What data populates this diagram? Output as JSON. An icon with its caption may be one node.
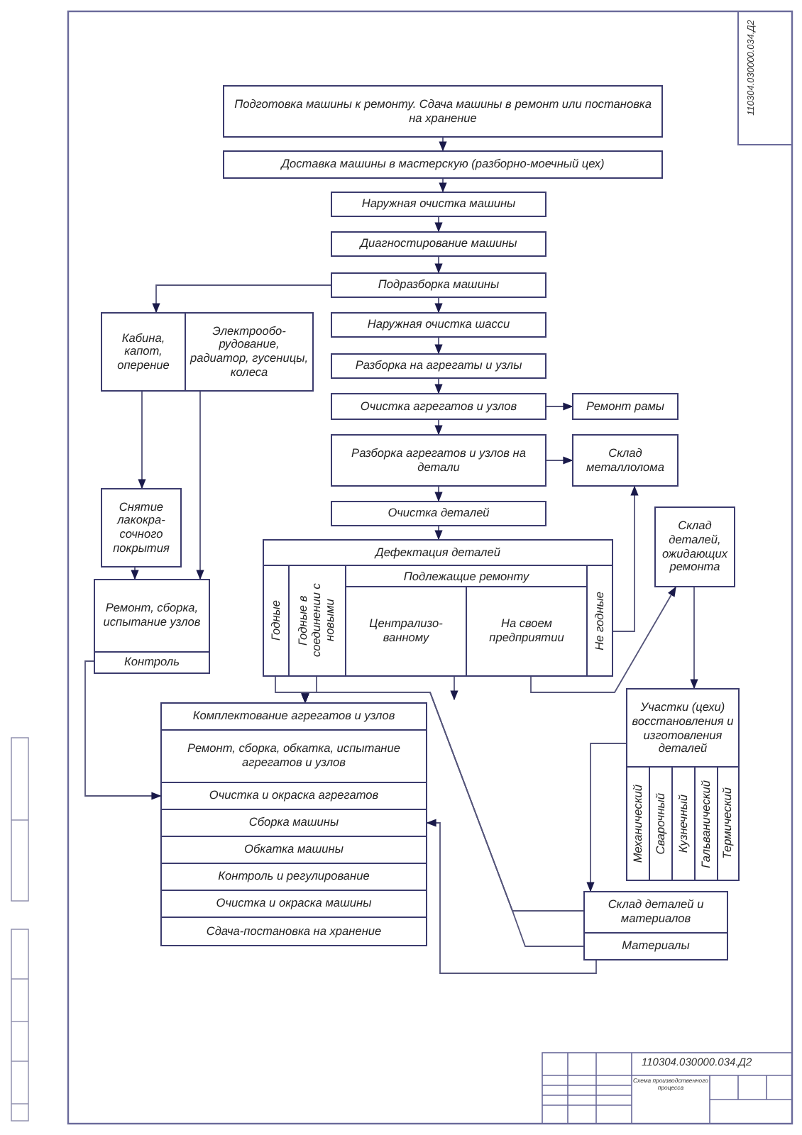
{
  "diagram": {
    "nodes": [
      {
        "text": [
          "Подготовка машины к ремонту. Сдача машины в ремонт или постановка на хранение"
        ]
      },
      {
        "text": [
          "Доставка машины в мастерскую (разборно-моечный цех)"
        ]
      },
      {
        "text": [
          "Наружная очистка машины"
        ]
      },
      {
        "text": [
          "Диагностирование машины"
        ]
      },
      {
        "text": [
          "Подразборка машины"
        ]
      },
      {
        "text": [
          "Наружная очистка шасси"
        ]
      },
      {
        "text": [
          "Разборка на агрегаты и узлы"
        ]
      },
      {
        "text": [
          "Очистка агрегатов и узлов"
        ]
      },
      {
        "text": [
          "Ремонт рамы"
        ]
      },
      {
        "text": [
          "Разборка агрегатов и узлов на детали"
        ]
      },
      {
        "text": [
          "Склад металлолома"
        ]
      },
      {
        "text": [
          "Очистка деталей"
        ]
      },
      {
        "text": [
          "Кабина, капот, оперение"
        ]
      },
      {
        "text": [
          "Электрообо- рудование, радиатор, гусеницы, колеса"
        ]
      },
      {
        "text": [
          "Снятие лакокра- сочного покрытия"
        ]
      },
      {
        "text": [
          "Ремонт, сборка, испытание узлов",
          "Контроль"
        ]
      },
      {
        "text": [
          "Дефектация деталей"
        ]
      },
      {
        "text": [
          "Годные"
        ],
        "in": 16
      },
      {
        "text": [
          "Годные в соединении с новыми"
        ],
        "in": 16
      },
      {
        "text": [
          "Подлежащие ремонту"
        ],
        "in": 16
      },
      {
        "text": [
          "Централизо- ванному"
        ],
        "in": 19
      },
      {
        "text": [
          "На своем предприятии"
        ],
        "in": 19
      },
      {
        "text": [
          "Не годные"
        ],
        "in": 16
      },
      {
        "text": [
          "Склад деталей, ожидающих ремонта"
        ]
      },
      {
        "text": [
          "Участки (цехи) восстановления и изготовления деталей"
        ]
      },
      {
        "text": [
          "Механический"
        ],
        "in": 24
      },
      {
        "text": [
          "Сварочный"
        ],
        "in": 24
      },
      {
        "text": [
          "Кузнечный"
        ],
        "in": 24
      },
      {
        "text": [
          "Гальванический"
        ],
        "in": 24
      },
      {
        "text": [
          "Термический"
        ],
        "in": 24
      },
      {
        "text": [
          "Комплектование агрегатов и узлов"
        ]
      },
      {
        "text": [
          "Ремонт, сборка, обкатка, испытание агрегатов и узлов"
        ]
      },
      {
        "text": [
          "Очистка и окраска агрегатов"
        ]
      },
      {
        "text": [
          "Сборка машины"
        ]
      },
      {
        "text": [
          "Обкатка машины"
        ]
      },
      {
        "text": [
          "Контроль и регулирование"
        ]
      },
      {
        "text": [
          "Очистка и окраска машины"
        ]
      },
      {
        "text": [
          "Сдача-постановка на хранение"
        ]
      },
      {
        "text": [
          "Склад деталей и материалов"
        ]
      },
      {
        "text": [
          "Материалы"
        ]
      }
    ],
    "edges": [
      {
        "from": 0,
        "to": 1,
        "arrow": "to"
      },
      {
        "from": 1,
        "to": 2,
        "arrow": "to"
      },
      {
        "from": 2,
        "to": 3,
        "arrow": "to"
      },
      {
        "from": 3,
        "to": 4,
        "arrow": "to"
      },
      {
        "from": 4,
        "to": 5,
        "arrow": "to"
      },
      {
        "from": 5,
        "to": 6,
        "arrow": "to"
      },
      {
        "from": 6,
        "to": 7,
        "arrow": "to"
      },
      {
        "from": 7,
        "to": 8,
        "arrow": "to"
      },
      {
        "from": 7,
        "to": 9,
        "arrow": "to"
      },
      {
        "from": 9,
        "to": 10,
        "arrow": "to"
      },
      {
        "from": 9,
        "to": 11,
        "arrow": "to"
      },
      {
        "from": 11,
        "to": 16,
        "arrow": "to"
      },
      {
        "from": 4,
        "to": 12,
        "arrow": "to"
      },
      {
        "from": 12,
        "to": 14,
        "arrow": "to"
      },
      {
        "from": 13,
        "to": 15,
        "arrow": "to"
      },
      {
        "from": 14,
        "to": 15,
        "arrow": "to"
      },
      {
        "from": 15,
        "to": 32,
        "arrow": "to"
      },
      {
        "from": 17,
        "to": 30,
        "arrow": "to"
      },
      {
        "from": 18,
        "to": 30,
        "arrow": "to"
      },
      {
        "from": 38,
        "to": 30,
        "arrow": "to"
      },
      {
        "from": 39,
        "to": 30,
        "arrow": "to"
      },
      {
        "from": 20,
        "to": null,
        "arrow": "to"
      },
      {
        "from": 21,
        "to": 23,
        "arrow": "to"
      },
      {
        "from": 22,
        "to": 10,
        "arrow": "to"
      },
      {
        "from": 23,
        "to": 24,
        "arrow": "to"
      },
      {
        "from": 24,
        "to": 38,
        "arrow": "to"
      },
      {
        "from": 39,
        "to": 33,
        "arrow": "to"
      }
    ],
    "labels": [
      "110304.030000.034.Д2",
      "110304.030000.034.Д2",
      "Схема производственного процесса"
    ]
  }
}
